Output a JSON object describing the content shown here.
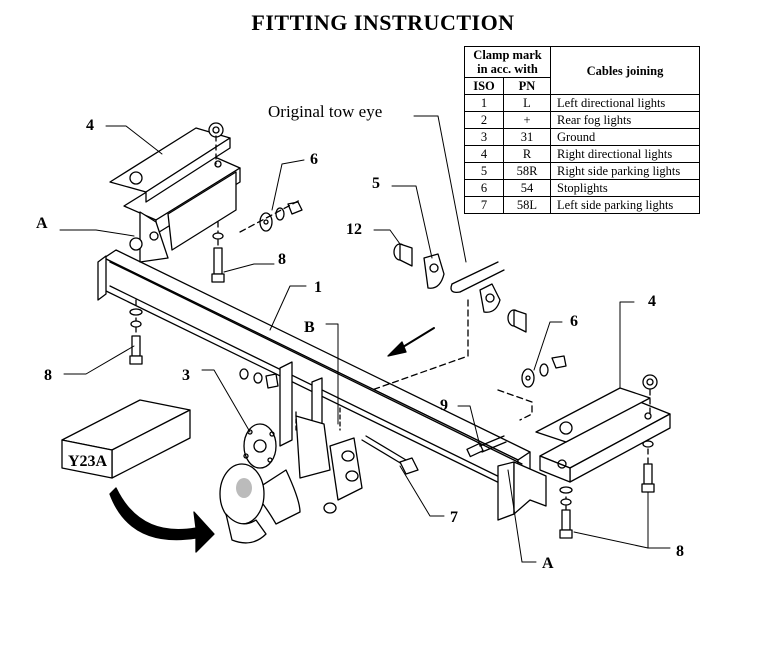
{
  "title": "FITTING INSTRUCTION",
  "table": {
    "header_group": "Clamp mark in acc. with",
    "header_iso": "ISO",
    "header_pn": "PN",
    "header_cables": "Cables joining",
    "rows": [
      {
        "iso": "1",
        "pn": "L",
        "cable": "Left directional lights"
      },
      {
        "iso": "2",
        "pn": "+",
        "cable": "Rear fog lights"
      },
      {
        "iso": "3",
        "pn": "31",
        "cable": "Ground"
      },
      {
        "iso": "4",
        "pn": "R",
        "cable": "Right directional lights"
      },
      {
        "iso": "5",
        "pn": "58R",
        "cable": "Right side parking lights"
      },
      {
        "iso": "6",
        "pn": "54",
        "cable": "Stoplights"
      },
      {
        "iso": "7",
        "pn": "58L",
        "cable": "Left side parking lights"
      }
    ]
  },
  "labels": {
    "tow_eye": "Original tow eye",
    "part_1": "1",
    "part_3": "3",
    "part_4_left": "4",
    "part_4_right": "4",
    "part_5": "5",
    "part_6_left": "6",
    "part_6_right": "6",
    "part_7": "7",
    "part_8_left_bolt": "8",
    "part_8_left_bottom": "8",
    "part_8_right": "8",
    "part_9": "9",
    "part_12": "12",
    "point_a_left": "A",
    "point_a_right": "A",
    "point_b": "B",
    "box_code": "Y23A"
  }
}
